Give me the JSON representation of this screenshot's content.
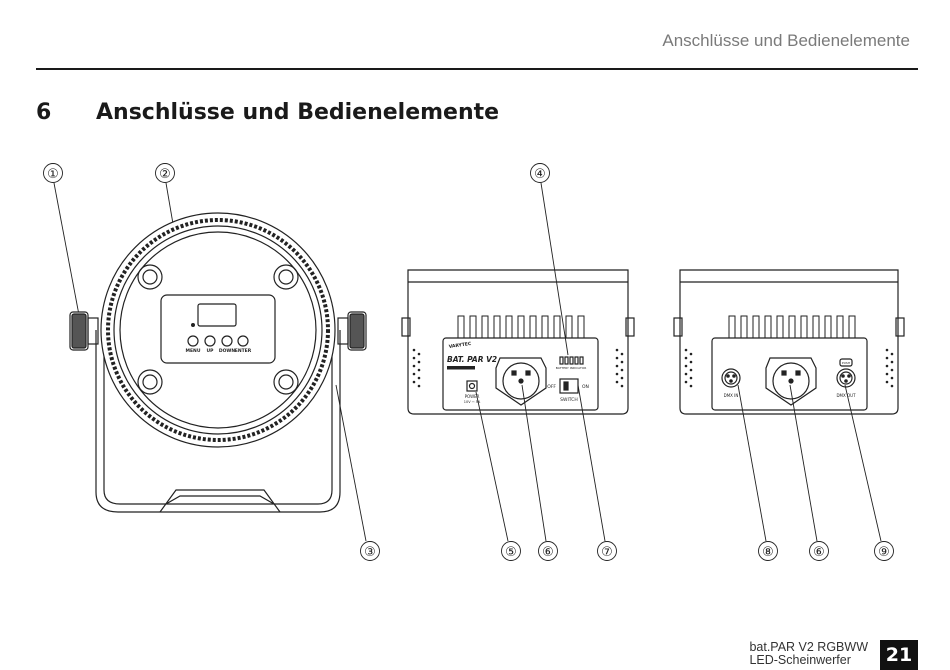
{
  "header": {
    "running_title": "Anschlüsse und Bedienelemente"
  },
  "section": {
    "number": "6",
    "title": "Anschlüsse und Bedienelemente"
  },
  "figure": {
    "callouts": [
      "①",
      "②",
      "③",
      "④",
      "⑤",
      "⑥",
      "⑦",
      "⑧",
      "⑥",
      "⑨"
    ],
    "rear_view": {
      "buttons": [
        "MENU",
        "UP",
        "DOWN",
        "ENTER"
      ]
    },
    "side_view_1": {
      "brand": "VARYTEC",
      "model": "BAT. PAR V2",
      "battery_label": "BATTERY INDICATOR",
      "power_label": "POWER",
      "power_spec": "10V ⎓ 5A",
      "switch_off": "OFF",
      "switch_on": "ON",
      "switch_label": "SWITCH"
    },
    "side_view_2": {
      "dmx_in": "DMX IN",
      "dmx_out": "DMX OUT",
      "push_label": "PUSH"
    }
  },
  "footer": {
    "product_line1": "bat.PAR V2 RGBWW",
    "product_line2": "LED-Scheinwerfer",
    "page_number": "21"
  }
}
